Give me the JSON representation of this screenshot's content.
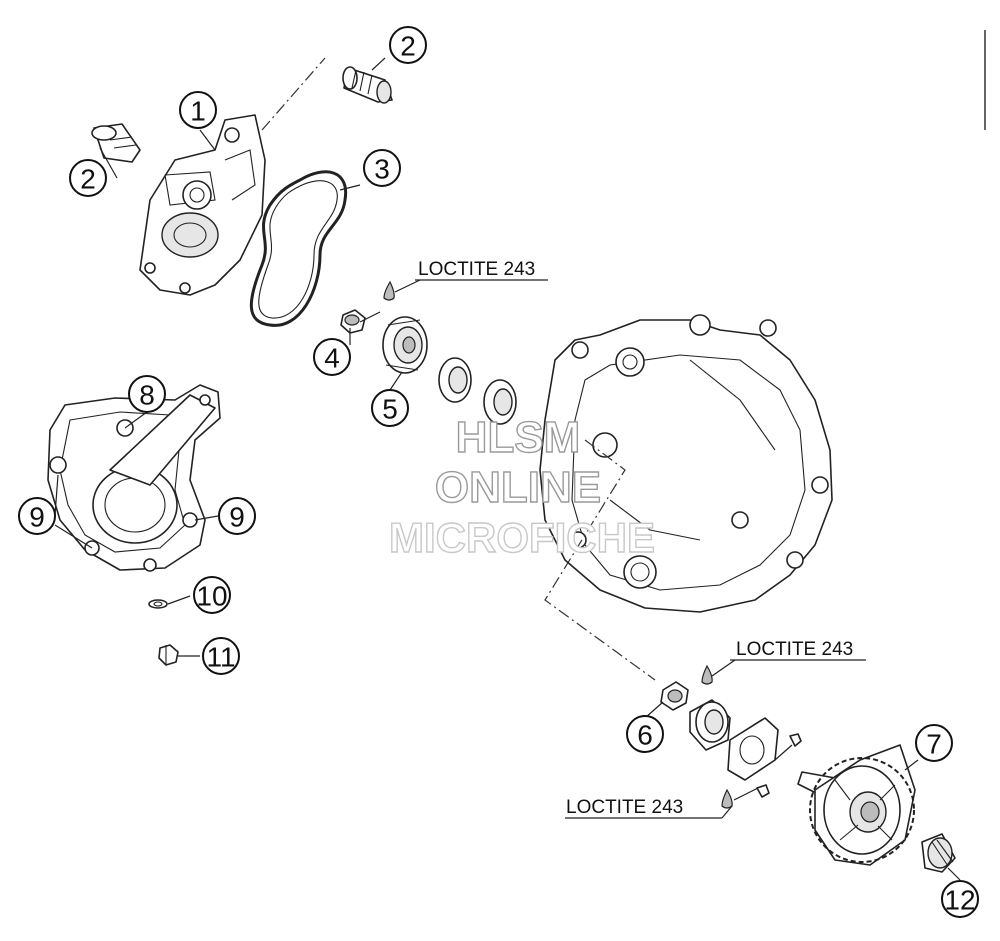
{
  "callouts": [
    {
      "id": "c1",
      "label": "1"
    },
    {
      "id": "c2a",
      "label": "2"
    },
    {
      "id": "c2b",
      "label": "2"
    },
    {
      "id": "c3",
      "label": "3"
    },
    {
      "id": "c4",
      "label": "4"
    },
    {
      "id": "c5",
      "label": "5"
    },
    {
      "id": "c6",
      "label": "6"
    },
    {
      "id": "c7",
      "label": "7"
    },
    {
      "id": "c8",
      "label": "8"
    },
    {
      "id": "c9a",
      "label": "9"
    },
    {
      "id": "c9b",
      "label": "9"
    },
    {
      "id": "c10",
      "label": "10"
    },
    {
      "id": "c11",
      "label": "11"
    },
    {
      "id": "c12",
      "label": "12"
    }
  ],
  "notes": [
    {
      "id": "loctite_top",
      "text": "LOCTITE 243"
    },
    {
      "id": "loctite_mid",
      "text": "LOCTITE 243"
    },
    {
      "id": "loctite_bottom",
      "text": "LOCTITE 243"
    }
  ],
  "watermark": {
    "line1": "HLSM",
    "line2": "ONLINE",
    "line3": "MICROFICHE"
  }
}
